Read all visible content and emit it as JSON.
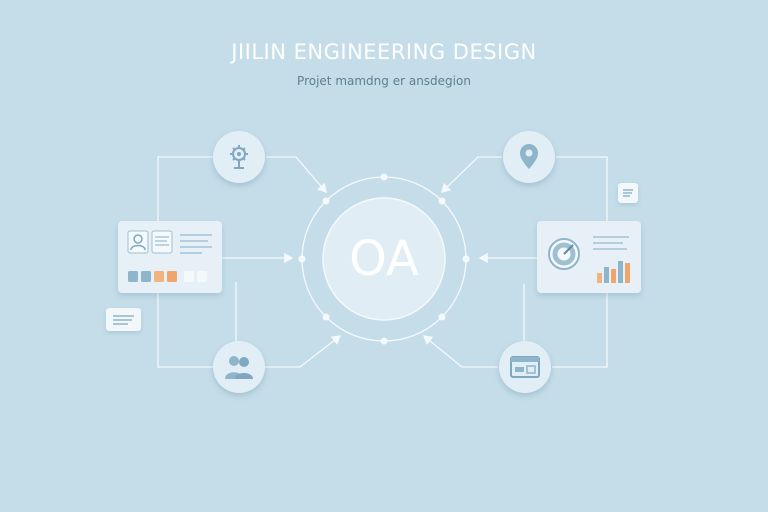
{
  "header": {
    "title": "JIILIN ENGINEERING DESIGN",
    "subtitle": "Projet mamdng er ansdegion"
  },
  "hub": {
    "label": "OA"
  },
  "nodes": [
    {
      "name": "settings-node",
      "icon": "gears-icon"
    },
    {
      "name": "location-node",
      "icon": "map-pin-icon"
    },
    {
      "name": "users-node",
      "icon": "users-icon"
    },
    {
      "name": "browser-node",
      "icon": "browser-window-icon"
    }
  ],
  "cards": [
    {
      "name": "profile-card",
      "icon": "profile-icon"
    },
    {
      "name": "analytics-card",
      "icon": "chart-icon"
    }
  ],
  "colors": {
    "background": "#c4dde9",
    "line": "#f4f9fc",
    "icon": "#7fa7bf",
    "accent_orange": "#f0a56a"
  }
}
